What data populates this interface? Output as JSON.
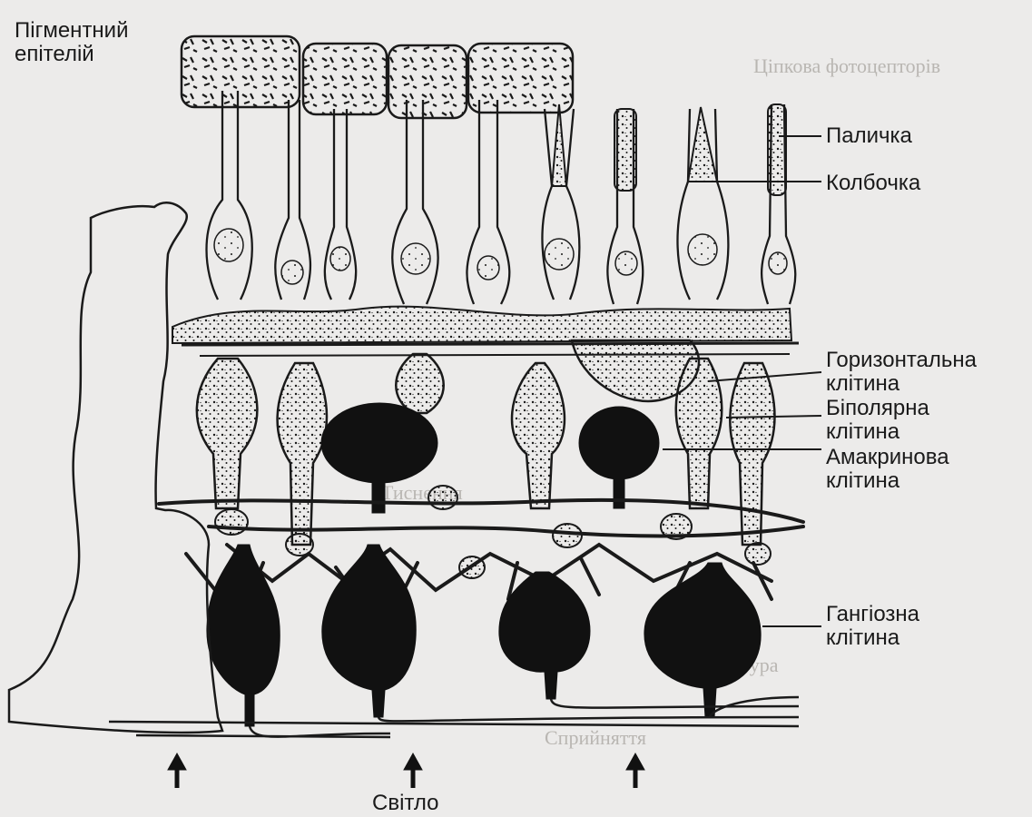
{
  "labels": {
    "pigment_epithelium": [
      "Пігментний",
      "епітелій"
    ],
    "rod": "Паличка",
    "cone": "Колбочка",
    "horizontal_cell": [
      "Горизонтальна",
      "клітина"
    ],
    "bipolar_cell": [
      "Біполярна",
      "клітина"
    ],
    "amacrine_cell": [
      "Амакринова",
      "клітина"
    ],
    "ganglion_cell": [
      "Гангіозна",
      "клітина"
    ],
    "light": "Світло"
  },
  "background_text": [
    "Ціпкова фотоцепторів",
    "Тиснення",
    "Структура",
    "Сприйняття"
  ],
  "colors": {
    "ink": "#1a1a1a",
    "paper": "#ecebea",
    "faded_text": "#b9b6b2"
  }
}
